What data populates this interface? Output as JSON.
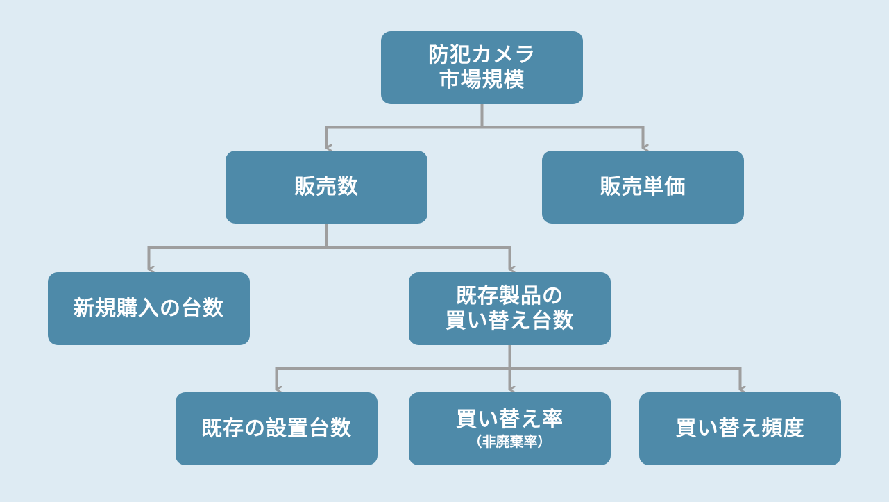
{
  "diagram": {
    "colors": {
      "background": "#deebf3",
      "node_fill": "#4e8aa9",
      "node_text": "#ffffff",
      "connector": "#9e9e9e"
    },
    "nodes": {
      "root": {
        "line1": "防犯カメラ",
        "line2": "市場規模"
      },
      "sales_volume": {
        "label": "販売数"
      },
      "unit_price": {
        "label": "販売単価"
      },
      "new_purchases": {
        "label": "新規購入の台数"
      },
      "replacement_units": {
        "line1": "既存製品の",
        "line2": "買い替え台数"
      },
      "installed_base": {
        "label": "既存の設置台数"
      },
      "replacement_rate": {
        "label": "買い替え率",
        "sub": "（非廃棄率）"
      },
      "replacement_frequency": {
        "label": "買い替え頻度"
      }
    },
    "edges": [
      {
        "from": "root",
        "to": "sales_volume"
      },
      {
        "from": "root",
        "to": "unit_price"
      },
      {
        "from": "sales_volume",
        "to": "new_purchases"
      },
      {
        "from": "sales_volume",
        "to": "replacement_units"
      },
      {
        "from": "replacement_units",
        "to": "installed_base"
      },
      {
        "from": "replacement_units",
        "to": "replacement_rate"
      },
      {
        "from": "replacement_units",
        "to": "replacement_frequency"
      }
    ]
  }
}
